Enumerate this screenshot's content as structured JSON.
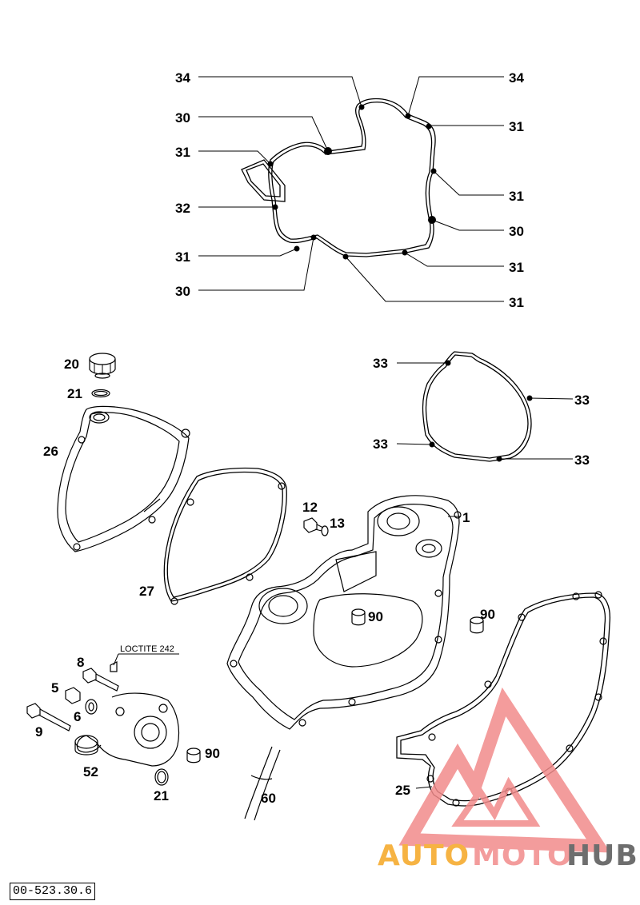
{
  "callouts": {
    "c34a": "34",
    "c34b": "34",
    "c30a": "30",
    "c31a": "31",
    "c31b": "31",
    "c31c": "31",
    "c32": "32",
    "c30b": "30",
    "c31d": "31",
    "c31e": "31",
    "c30c": "30",
    "c31f": "31",
    "c20": "20",
    "c21a": "21",
    "c26": "26",
    "c27": "27",
    "c33a": "33",
    "c33b": "33",
    "c33c": "33",
    "c33d": "33",
    "c12": "12",
    "c13": "13",
    "c1": "1",
    "c90a": "90",
    "c90b": "90",
    "c8": "8",
    "c5": "5",
    "c6": "6",
    "c9": "9",
    "c52": "52",
    "c21b": "21",
    "c90c": "90",
    "c60": "60",
    "c25": "25"
  },
  "annotation": {
    "loctite": "LOCTITE 242"
  },
  "document_code": "00-523.30.6",
  "watermark": {
    "auto": "AUTO",
    "moto": "MOTO",
    "hub": "HUB",
    "color_pink": "#f28b8b",
    "color_orange": "#f5a623",
    "color_gray": "#555555"
  }
}
